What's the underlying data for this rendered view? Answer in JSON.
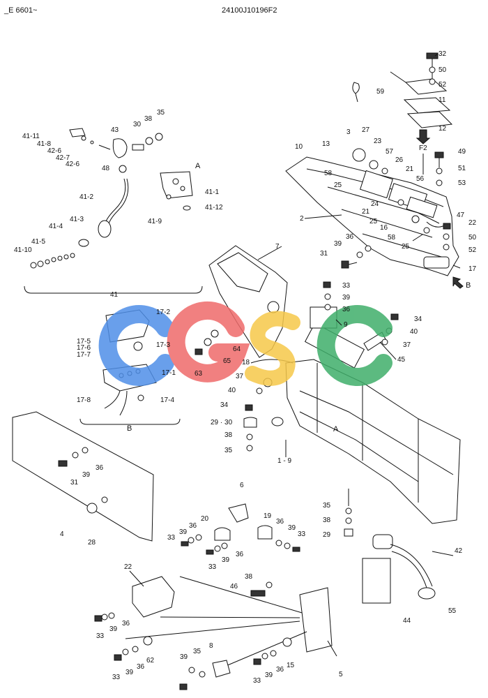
{
  "header": {
    "left": "_E 6601~",
    "center": "24100J10196F2"
  },
  "watermark": {
    "letters": [
      "C",
      "G",
      "S",
      "C"
    ],
    "colors": [
      "#4f8fe8",
      "#ef6b6b",
      "#f6c84a",
      "#3fae6a"
    ]
  },
  "callouts": {
    "sectionA": "A",
    "sectionA2": "A",
    "sectionB": "B",
    "sectionB2": "B",
    "f2": "F2",
    "p32": "32",
    "p50a": "50",
    "p52a": "52",
    "p11": "11",
    "p12": "12",
    "p59": "59",
    "p49": "49",
    "p51": "51",
    "p53": "53",
    "p47": "47",
    "p22a": "22",
    "p50b": "50",
    "p52b": "52",
    "p17": "17",
    "p3": "3",
    "p27": "27",
    "p13": "13",
    "p10": "10",
    "p23": "23",
    "p57": "57",
    "p26": "26",
    "p58a": "58",
    "p21a": "21",
    "p56": "56",
    "p25a": "25",
    "p24": "24",
    "p21b": "21",
    "p25b": "25",
    "p16": "16",
    "p58b": "58",
    "p25c": "25",
    "p2": "2",
    "p36a": "36",
    "p39a": "39",
    "p31a": "31",
    "p41_11": "41-11",
    "p41_8": "41-8",
    "p42_6a": "42-6",
    "p42_7": "42-7",
    "p42_6b": "42-6",
    "p43": "43",
    "p30": "30",
    "p38a": "38",
    "p35a": "35",
    "p48": "48",
    "p41_1": "41-1",
    "p41_12": "41-12",
    "p41_9": "41-9",
    "p41_2": "41-2",
    "p41_3": "41-3",
    "p41_4": "41-4",
    "p41_5": "41-5",
    "p41_10": "41-10",
    "p41": "41",
    "p7": "7",
    "p33a": "33",
    "p39b": "39",
    "p36b": "36",
    "p9": "9",
    "p34a": "34",
    "p40a": "40",
    "p37a": "37",
    "p45": "45",
    "p64": "64",
    "p65": "65",
    "p63": "63",
    "p18": "18",
    "p37b": "37",
    "p40b": "40",
    "p34b": "34",
    "p29_30": "29 · 30",
    "p38b": "38",
    "p35b": "35",
    "p1_9": "1 - 9",
    "p17_2": "17-2",
    "p17_5": "17-5",
    "p17_6": "17-6",
    "p17_7": "17-7",
    "p17_3": "17-3",
    "p17_1": "17-1",
    "p17_8": "17-8",
    "p17_4": "17-4",
    "p36c": "36",
    "p31b": "31",
    "p39c": "39",
    "p4": "4",
    "p28": "28",
    "p6": "6",
    "p20": "20",
    "p36d": "36",
    "p39d": "39",
    "p33b": "33",
    "p19": "19",
    "p36e": "36",
    "p39e": "39",
    "p33c": "33",
    "p33d": "33",
    "p39f": "39",
    "p36f": "36",
    "p35c": "35",
    "p38c": "38",
    "p29": "29",
    "p42": "42",
    "p22b": "22",
    "p38d": "38",
    "p46": "46",
    "p33e": "33",
    "p39g": "39",
    "p36g": "36",
    "p44": "44",
    "p55": "55",
    "p8": "8",
    "p39h": "39",
    "p35d": "35",
    "p33f": "33",
    "p39i": "39",
    "p36h": "36",
    "p62": "62",
    "p33g": "33",
    "p39j": "39",
    "p36i": "36",
    "p15": "15",
    "p5": "5"
  }
}
